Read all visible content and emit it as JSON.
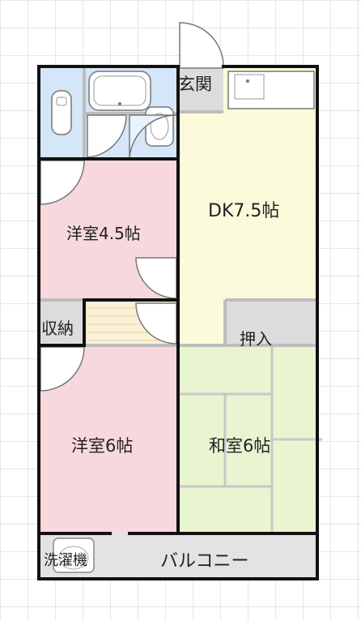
{
  "rooms": {
    "entrance": "玄関",
    "dk": "DK7.5帖",
    "western_small": "洋室4.5帖",
    "storage": "収納",
    "closet": "押入",
    "western_large": "洋室6帖",
    "japanese": "和室6帖",
    "washer": "洗濯機",
    "balcony": "バルコニー"
  },
  "colors": {
    "bath": "#d4e6f7",
    "western": "#f7d8dc",
    "dk": "#fbfbdc",
    "japanese": "#e8f5d0",
    "storage": "#dcdcdc",
    "balcony": "#e3e3e3",
    "stairs": "#fbf1d6",
    "wall": "#111111"
  }
}
